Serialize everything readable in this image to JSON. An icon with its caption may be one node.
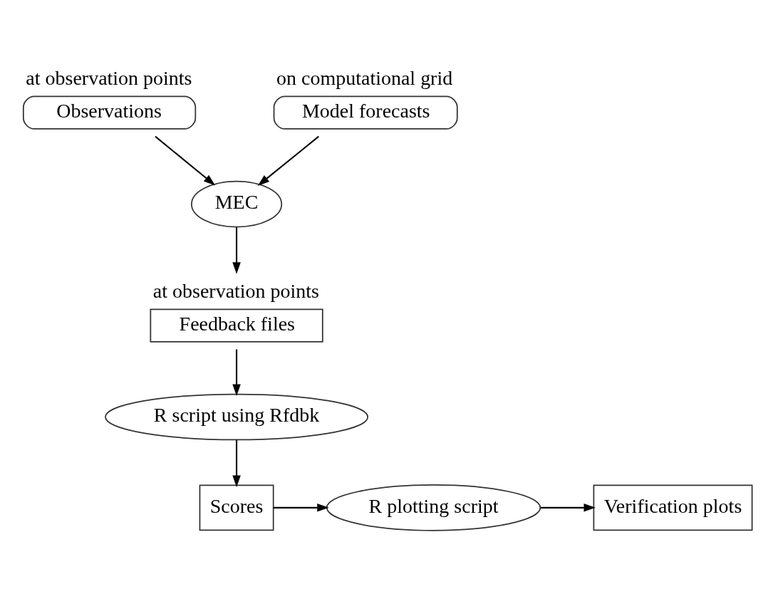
{
  "diagram": {
    "nodes": [
      {
        "text": [
          "Observations"
        ],
        "beside": [
          "at observation points"
        ]
      },
      {
        "text": [
          "Model forecasts"
        ],
        "beside": [
          "on computational grid"
        ]
      },
      {
        "text": [
          "MEC"
        ]
      },
      {
        "text": [
          "Feedback files"
        ],
        "beside": [
          "at observation points"
        ]
      },
      {
        "text": [
          "R script using Rfdbk"
        ]
      },
      {
        "text": [
          "Scores"
        ]
      },
      {
        "text": [
          "R plotting script"
        ]
      },
      {
        "text": [
          "Verification plots"
        ]
      }
    ],
    "edges": [
      {
        "from": 0,
        "to": 2,
        "arrow": "to"
      },
      {
        "from": 1,
        "to": 2,
        "arrow": "to"
      },
      {
        "from": 2,
        "to": 3,
        "arrow": "to"
      },
      {
        "from": 3,
        "to": 4,
        "arrow": "to"
      },
      {
        "from": 4,
        "to": 5,
        "arrow": "to"
      },
      {
        "from": 5,
        "to": 6,
        "arrow": "to"
      },
      {
        "from": 6,
        "to": 7,
        "arrow": "to"
      }
    ]
  }
}
